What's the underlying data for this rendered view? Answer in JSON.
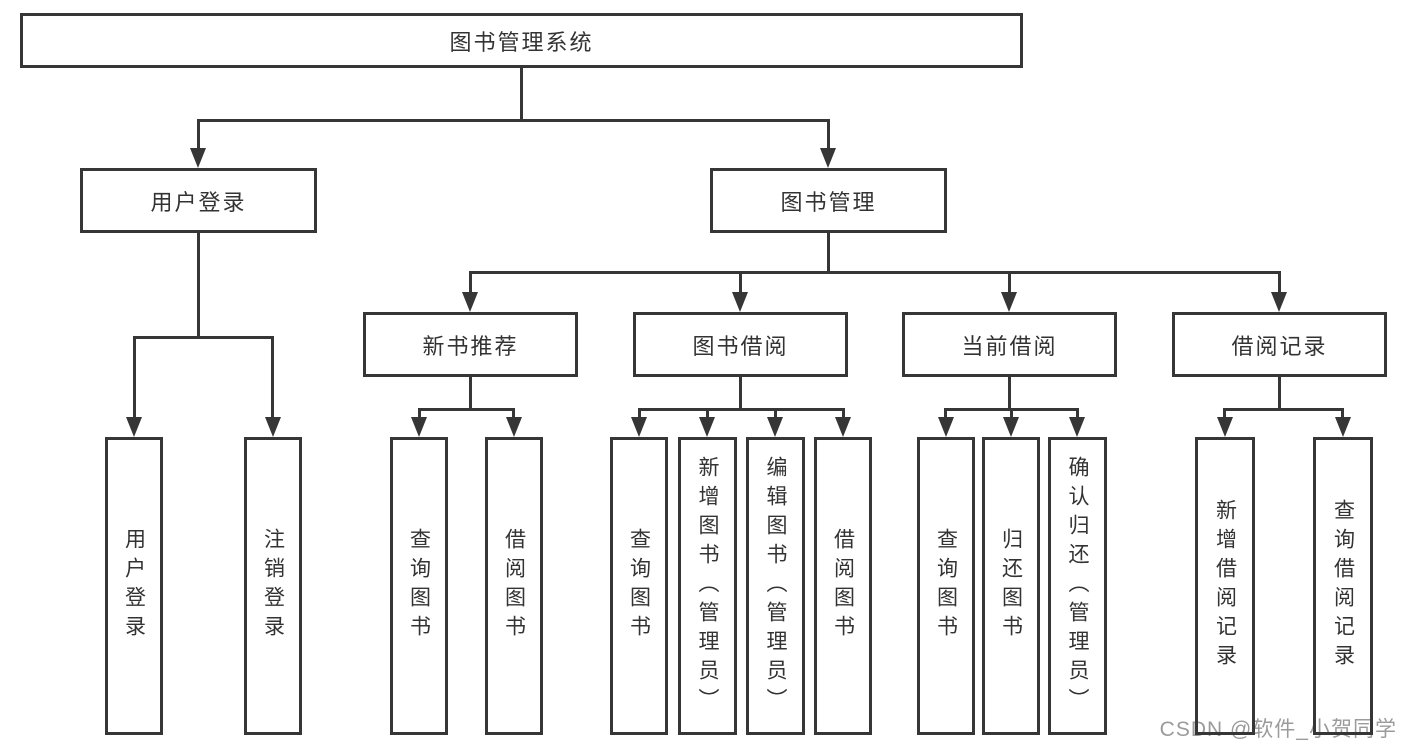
{
  "tree": {
    "root": {
      "label": "图书管理系统"
    },
    "branches": [
      {
        "label": "用户登录",
        "children": [
          {
            "label": "用户登录"
          },
          {
            "label": "注销登录"
          }
        ]
      },
      {
        "label": "图书管理",
        "children": [
          {
            "label": "新书推荐",
            "children": [
              {
                "label": "查询图书"
              },
              {
                "label": "借阅图书"
              }
            ]
          },
          {
            "label": "图书借阅",
            "children": [
              {
                "label": "查询图书"
              },
              {
                "label": "新增图书（管理员）"
              },
              {
                "label": "编辑图书（管理员）"
              },
              {
                "label": "借阅图书"
              }
            ]
          },
          {
            "label": "当前借阅",
            "children": [
              {
                "label": "查询图书"
              },
              {
                "label": "归还图书"
              },
              {
                "label": "确认归还（管理员）"
              }
            ]
          },
          {
            "label": "借阅记录",
            "children": [
              {
                "label": "新增借阅记录"
              },
              {
                "label": "查询借阅记录"
              }
            ]
          }
        ]
      }
    ]
  },
  "watermark": {
    "text": "CSDN @软件_小贺同学"
  },
  "colors": {
    "line": "#363636",
    "text": "#333333",
    "watermark": "#9b9b9b",
    "background": "#ffffff"
  }
}
